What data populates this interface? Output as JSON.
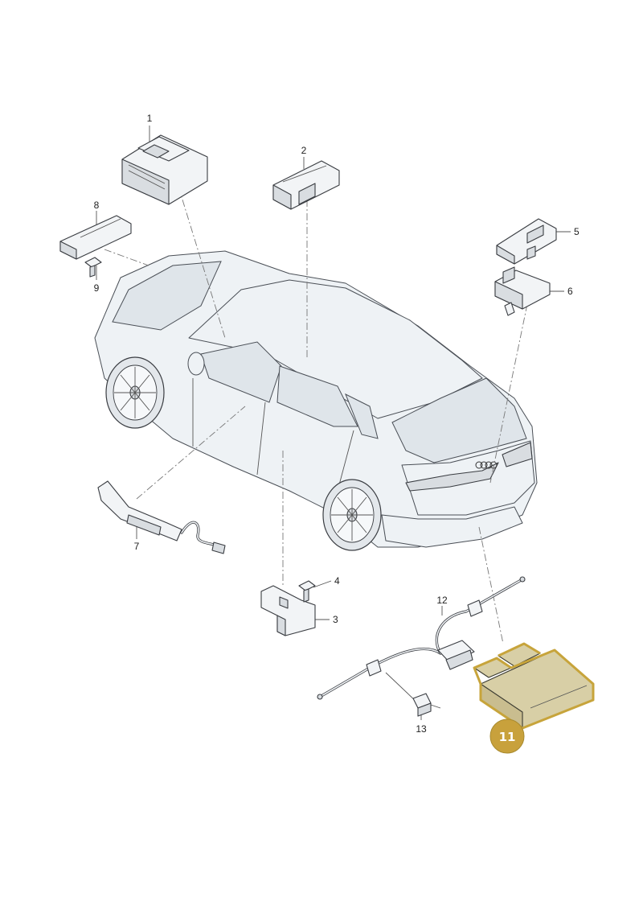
{
  "callouts": {
    "c1": "1",
    "c2": "2",
    "c3": "3",
    "c4": "4",
    "c5": "5",
    "c6": "6",
    "c7": "7",
    "c8": "8",
    "c9": "9",
    "c11": "11",
    "c12": "12",
    "c13": "13"
  },
  "highlight": {
    "part": "11",
    "color": "#c7a43b"
  }
}
